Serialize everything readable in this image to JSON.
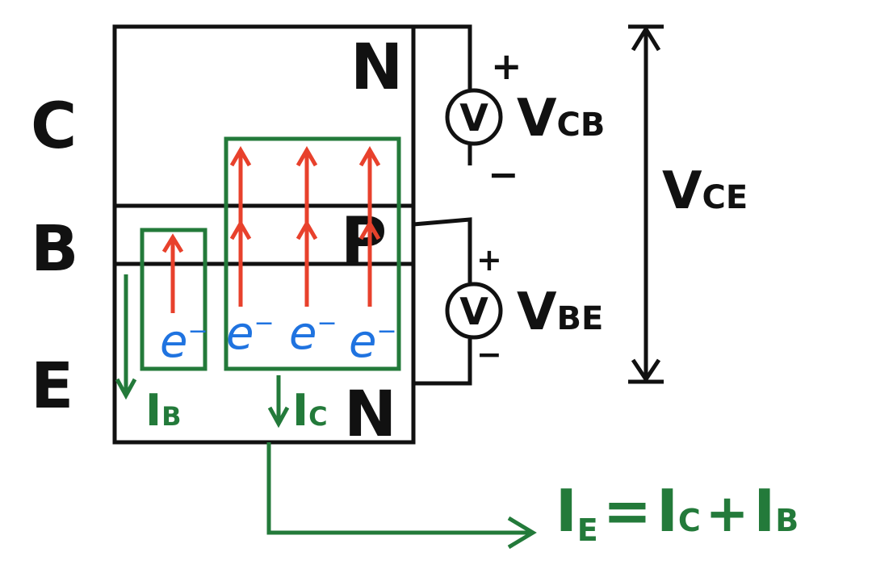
{
  "colors": {
    "ink": "#111111",
    "red": "#e8412c",
    "blue": "#1f73e0",
    "green": "#237a3a"
  },
  "terminals": {
    "collector": "C",
    "base": "B",
    "emitter": "E"
  },
  "regions": {
    "top": "N",
    "middle": "P",
    "bottom": "N"
  },
  "meters": {
    "symbol": "V",
    "cb": {
      "main": "V",
      "sub": "CB",
      "plus": "+",
      "minus": "−"
    },
    "be": {
      "main": "V",
      "sub": "BE",
      "plus": "+",
      "minus": "−"
    }
  },
  "vce": {
    "main": "V",
    "sub": "CE"
  },
  "electrons": [
    {
      "e": "e",
      "charge": "−"
    },
    {
      "e": "e",
      "charge": "−"
    },
    {
      "e": "e",
      "charge": "−"
    },
    {
      "e": "e",
      "charge": "−"
    }
  ],
  "currents": {
    "ib": {
      "arrow": "↓",
      "main": "I",
      "sub": "B"
    },
    "ic": {
      "arrow": "↓",
      "main": "I",
      "sub": "C"
    }
  },
  "equation": {
    "lhs_main": "I",
    "lhs_sub": "E",
    "equals": "=",
    "t1_main": "I",
    "t1_sub": "C",
    "plus": "+",
    "t2_main": "I",
    "t2_sub": "B"
  }
}
